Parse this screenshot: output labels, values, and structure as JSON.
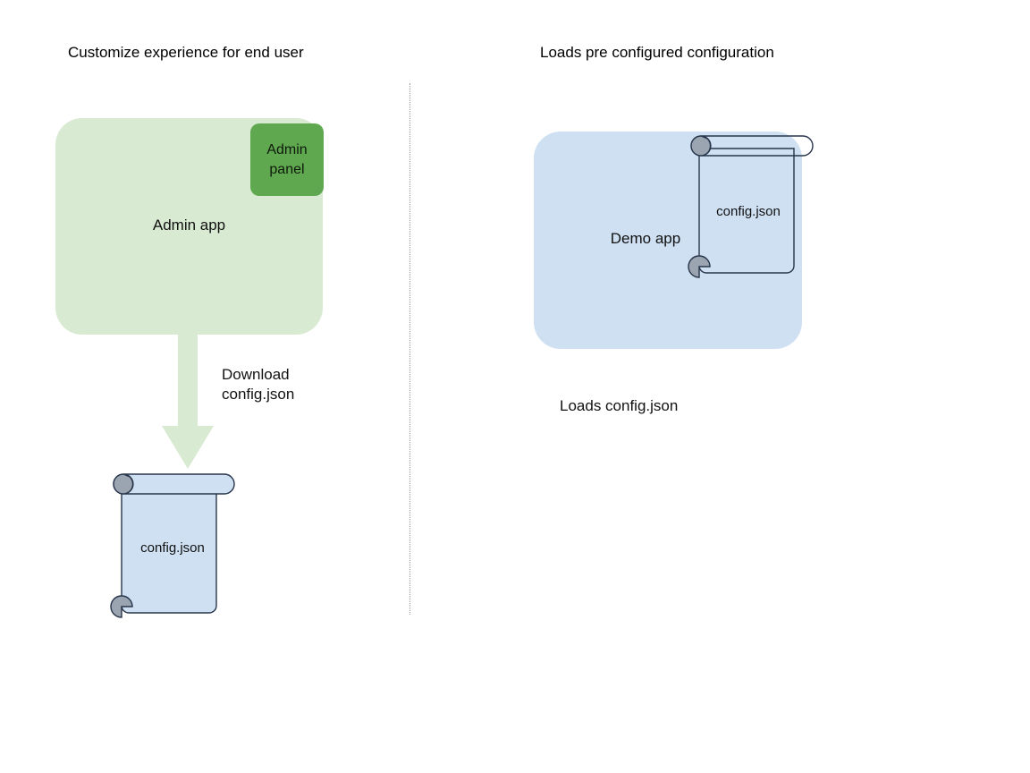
{
  "diagram": {
    "background": "#ffffff",
    "divider": {
      "style": "dotted-vertical",
      "color": "#9b9b9b"
    }
  },
  "left_panel": {
    "title": "Customize experience for end user",
    "app_box": {
      "label": "Admin app",
      "fill": "#d9ead3"
    },
    "badge": {
      "label": "Admin panel",
      "line1": "Admin",
      "line2": "panel",
      "fill": "#60a84f"
    },
    "arrow": {
      "label": "Download\nconfig.json",
      "label_line1": "Download",
      "label_line2": "config.json",
      "fill": "#d9ead3",
      "direction": "down"
    },
    "document": {
      "label": "config.json",
      "fill": "#cfe0f3",
      "stroke": "#28354a",
      "curl_fill": "#9aa5b1"
    }
  },
  "right_panel": {
    "title": "Loads pre configured configuration",
    "app_box": {
      "label": "Demo app",
      "fill": "#cfe0f3"
    },
    "document": {
      "label": "config.json",
      "fill": "none",
      "stroke": "#28354a",
      "curl_fill": "#9aa5b1"
    },
    "caption": "Loads config.json"
  }
}
